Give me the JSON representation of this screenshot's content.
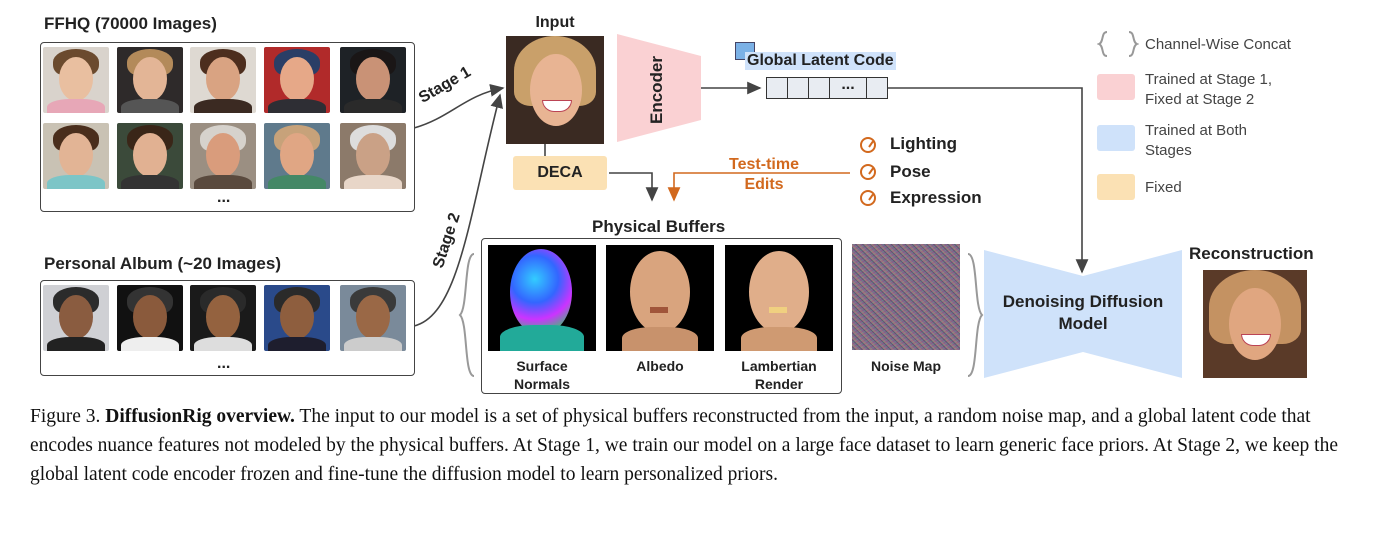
{
  "ffhq": {
    "title": "FFHQ (70000 Images)",
    "ellipsis": "..."
  },
  "album": {
    "title": "Personal Album (~20 Images)",
    "ellipsis": "..."
  },
  "stages": {
    "stage1": "Stage 1",
    "stage2": "Stage 2"
  },
  "input": {
    "title": "Input"
  },
  "encoder": {
    "label": "Encoder"
  },
  "deca": {
    "label": "DECA"
  },
  "latent": {
    "label": "Global Latent Code",
    "dots": "..."
  },
  "edits": {
    "title_line1": "Test-time",
    "title_line2": "Edits",
    "items": [
      "Lighting",
      "Pose",
      "Expression"
    ]
  },
  "buffers": {
    "title": "Physical Buffers",
    "items": [
      {
        "line1": "Surface",
        "line2": "Normals"
      },
      {
        "line1": "Albedo",
        "line2": ""
      },
      {
        "line1": "Lambertian",
        "line2": "Render"
      }
    ],
    "noise": "Noise Map"
  },
  "diffusion": {
    "line1": "Denoising Diffusion",
    "line2": "Model"
  },
  "reconstruction": {
    "title": "Reconstruction"
  },
  "legend": {
    "concat": "Channel-Wise Concat",
    "stage1": "Trained at Stage 1,\nFixed at Stage 2",
    "both": "Trained at Both\nStages",
    "fixed": "Fixed"
  },
  "colors": {
    "stage1_fill": "#fad1d3",
    "both_fill": "#cfe2fa",
    "fixed_fill": "#fbe1b4",
    "edit_accent": "#d2691e"
  },
  "caption": {
    "figure": "Figure 3.",
    "title": "DiffusionRig overview.",
    "body": "The input to our model is a set of physical buffers reconstructed from the input, a random noise map, and a global latent code that encodes nuance features not modeled by the physical buffers. At Stage 1, we train our model on a large face dataset to learn generic face priors. At Stage 2, we keep the global latent code encoder frozen and fine-tune the diffusion model to learn personalized priors."
  }
}
